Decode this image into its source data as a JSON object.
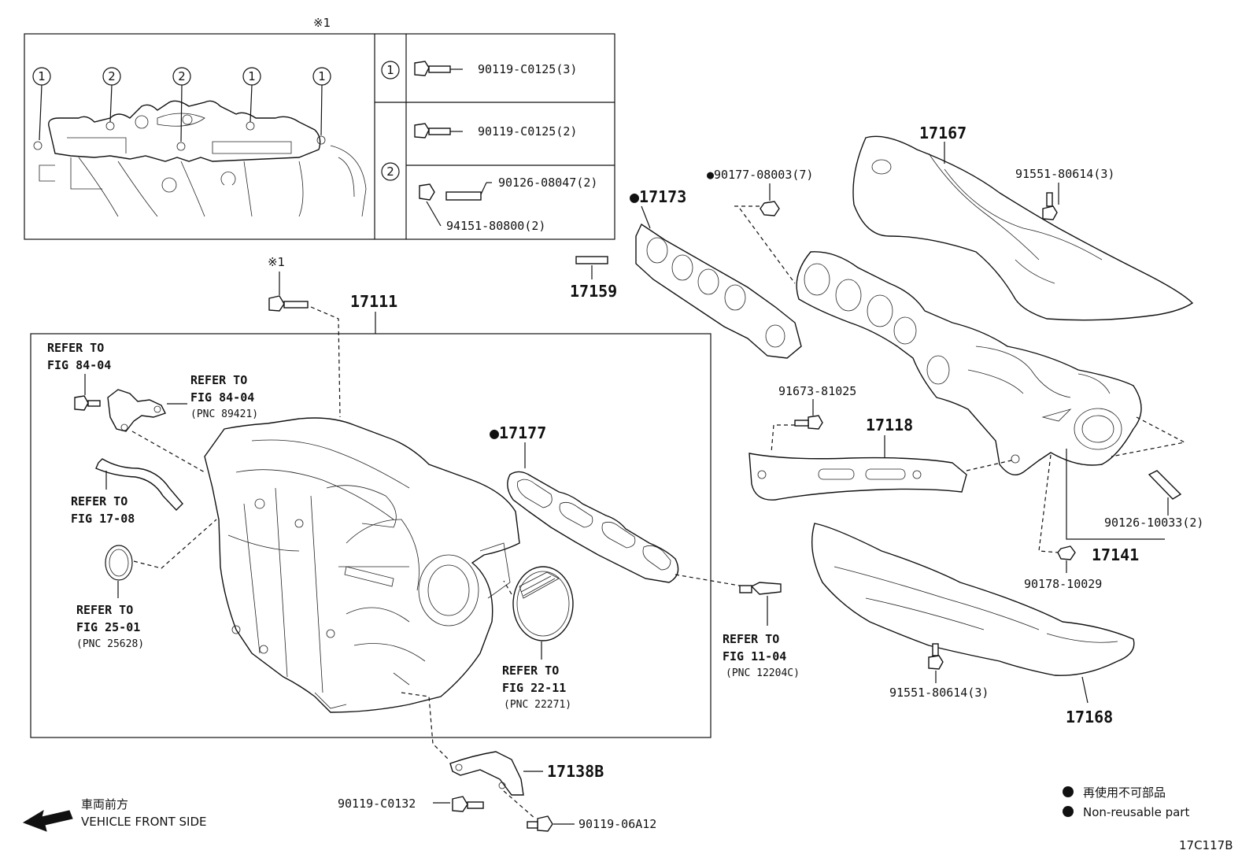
{
  "inset": {
    "marker": "※1",
    "circle_labels": [
      "1",
      "2",
      "2",
      "1",
      "1"
    ],
    "table": [
      {
        "key": "1",
        "parts": [
          "90119-C0125(3)"
        ]
      },
      {
        "key": "2",
        "parts": [
          "90119-C0125(2)",
          "90126-08047(2)",
          "94151-80800(2)"
        ]
      }
    ]
  },
  "parts": {
    "p17167": "17167",
    "p91551a": "91551-80614(3)",
    "p90177": "●90177-08003(7)",
    "p17173": "●17173",
    "p17159": "17159",
    "marker2": "※1",
    "p17111": "17111",
    "p91673": "91673-81025",
    "p17118": "17118",
    "p17177": "●17177",
    "p90126b": "90126-10033(2)",
    "p17141": "17141",
    "p90178": "90178-10029",
    "p91551b": "91551-80614(3)",
    "p17168": "17168",
    "p17138b": "17138B",
    "p90119c": "90119-C0132",
    "p90119d": "90119-06A12",
    "drawing_code": "17C117B"
  },
  "refs": {
    "r1": {
      "line1": "REFER TO",
      "line2": "FIG 84-04"
    },
    "r2": {
      "line1": "REFER TO",
      "line2": "FIG 84-04",
      "line3": "(PNC 89421)"
    },
    "r3": {
      "line1": "REFER TO",
      "line2": "FIG 17-08"
    },
    "r4": {
      "line1": "REFER TO",
      "line2": "FIG 25-01",
      "line3": "(PNC 25628)"
    },
    "r5": {
      "line1": "REFER TO",
      "line2": "FIG 22-11",
      "line3": "(PNC 22271)"
    },
    "r6": {
      "line1": "REFER TO",
      "line2": "FIG 11-04",
      "line3": "(PNC 12204C)"
    }
  },
  "direction": {
    "jp": "車両前方",
    "en": "VEHICLE FRONT SIDE"
  },
  "legend": {
    "jp": "再使用不可部品",
    "en": "Non-reusable part"
  }
}
